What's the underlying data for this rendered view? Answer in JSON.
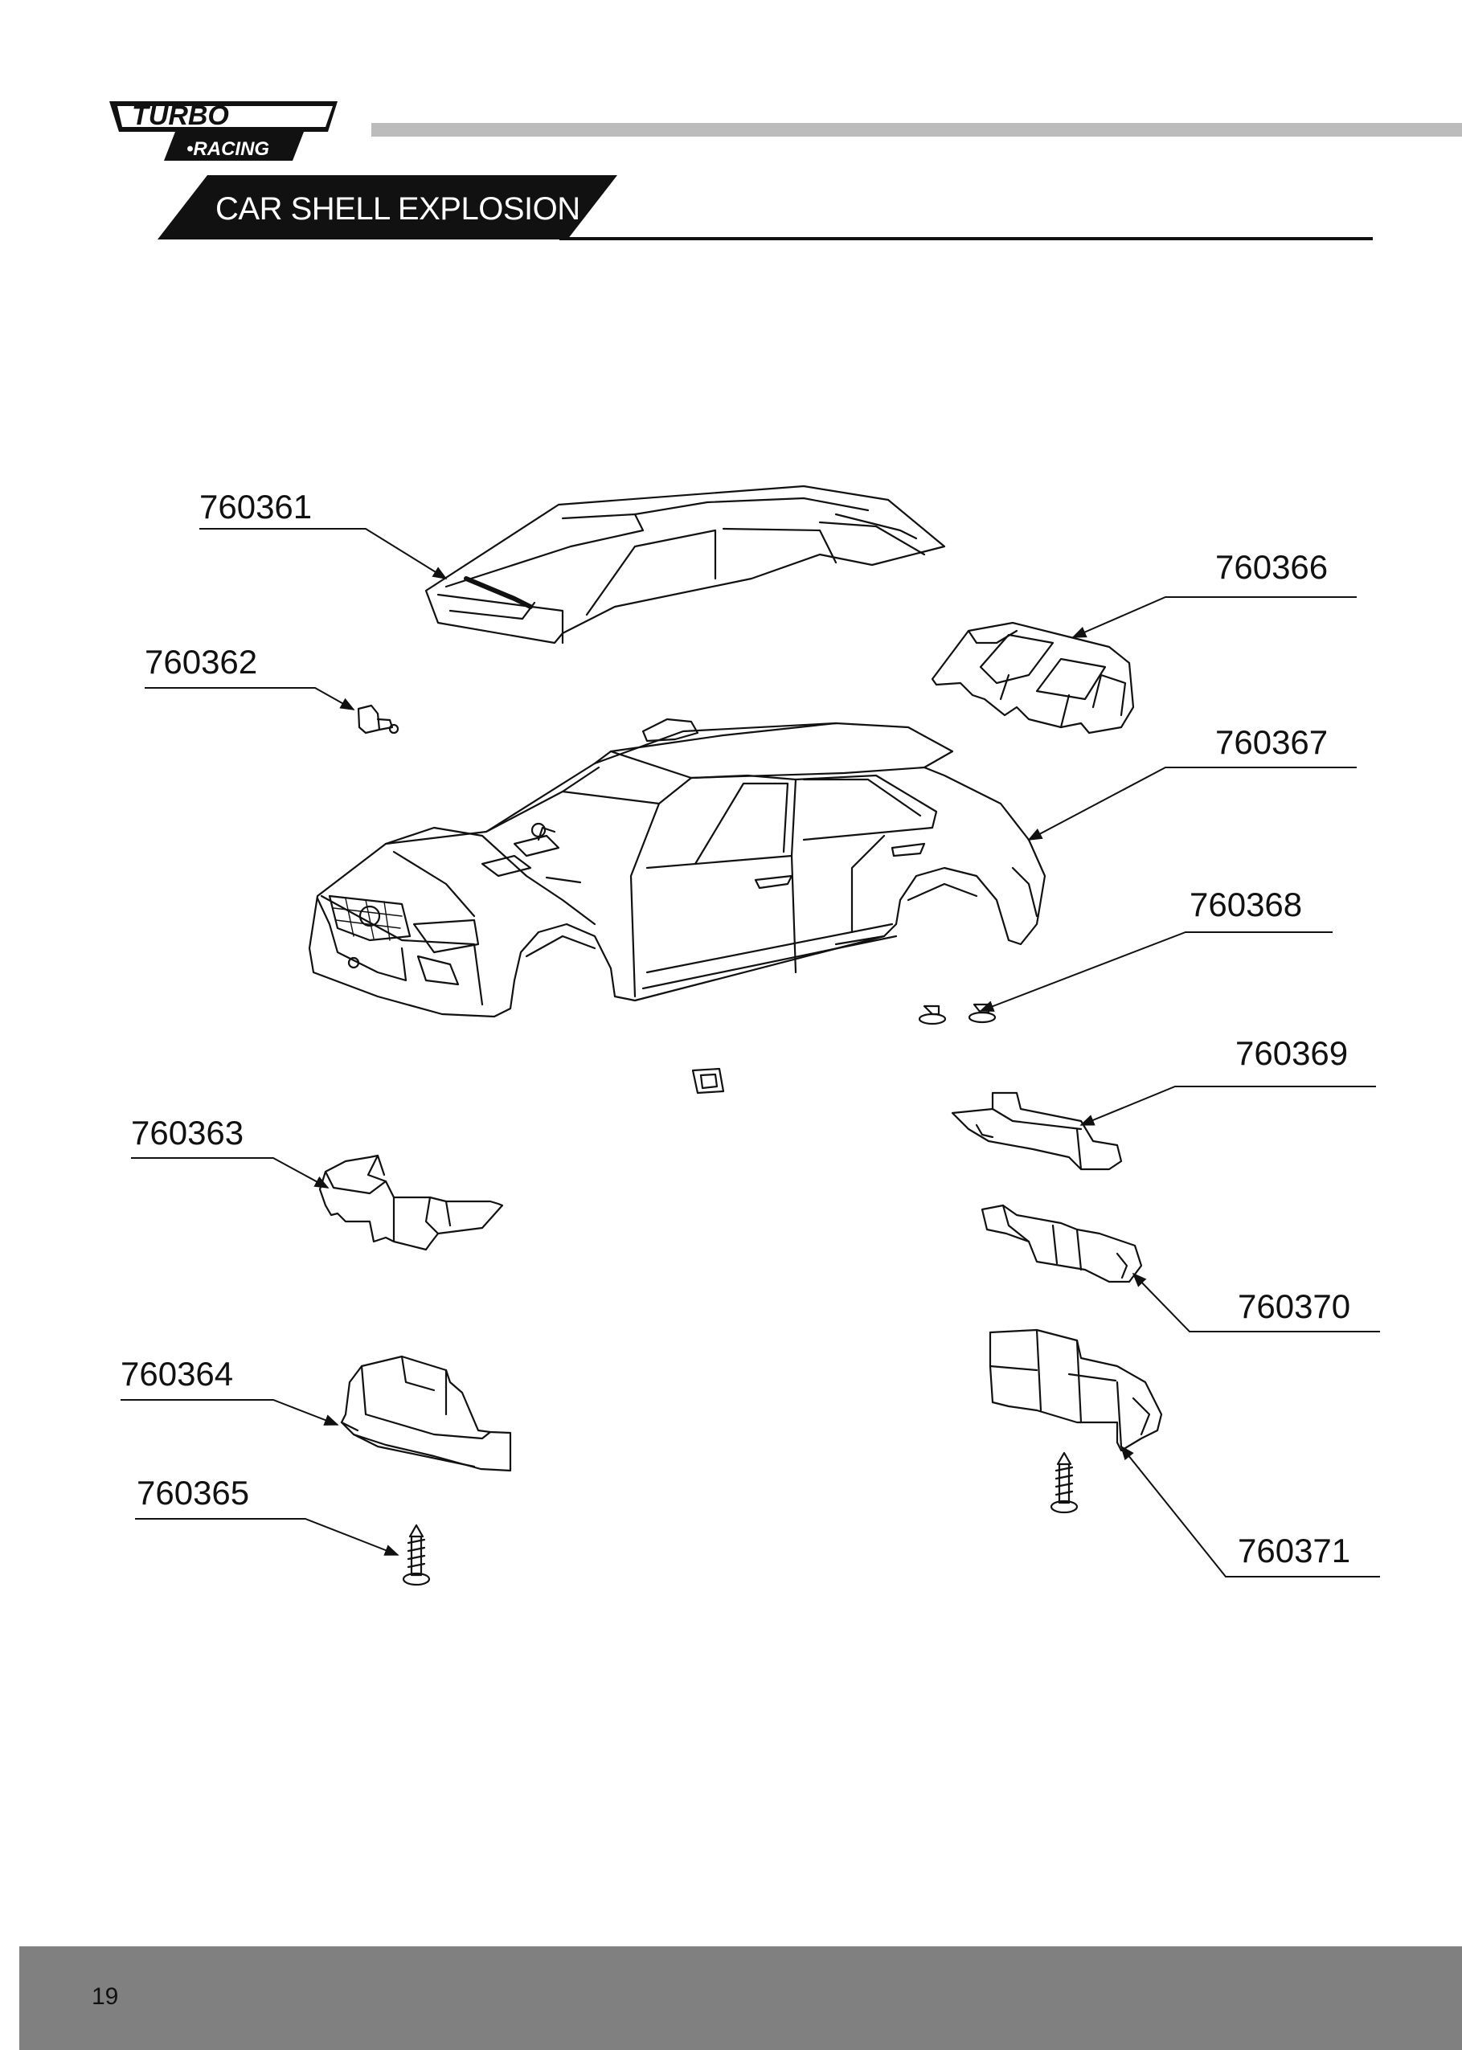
{
  "header": {
    "brand_line1": "TURBO",
    "brand_line2": "•RACING",
    "section_title": "CAR SHELL EXPLOSION"
  },
  "parts": [
    {
      "number": "760361"
    },
    {
      "number": "760362"
    },
    {
      "number": "760363"
    },
    {
      "number": "760364"
    },
    {
      "number": "760365"
    },
    {
      "number": "760366"
    },
    {
      "number": "760367"
    },
    {
      "number": "760368"
    },
    {
      "number": "760369"
    },
    {
      "number": "760370"
    },
    {
      "number": "760371"
    }
  ],
  "footer": {
    "page_number": "19"
  },
  "colors": {
    "header_bar": "#bcbcbc",
    "footer_bar": "#808080",
    "ink": "#111111"
  }
}
